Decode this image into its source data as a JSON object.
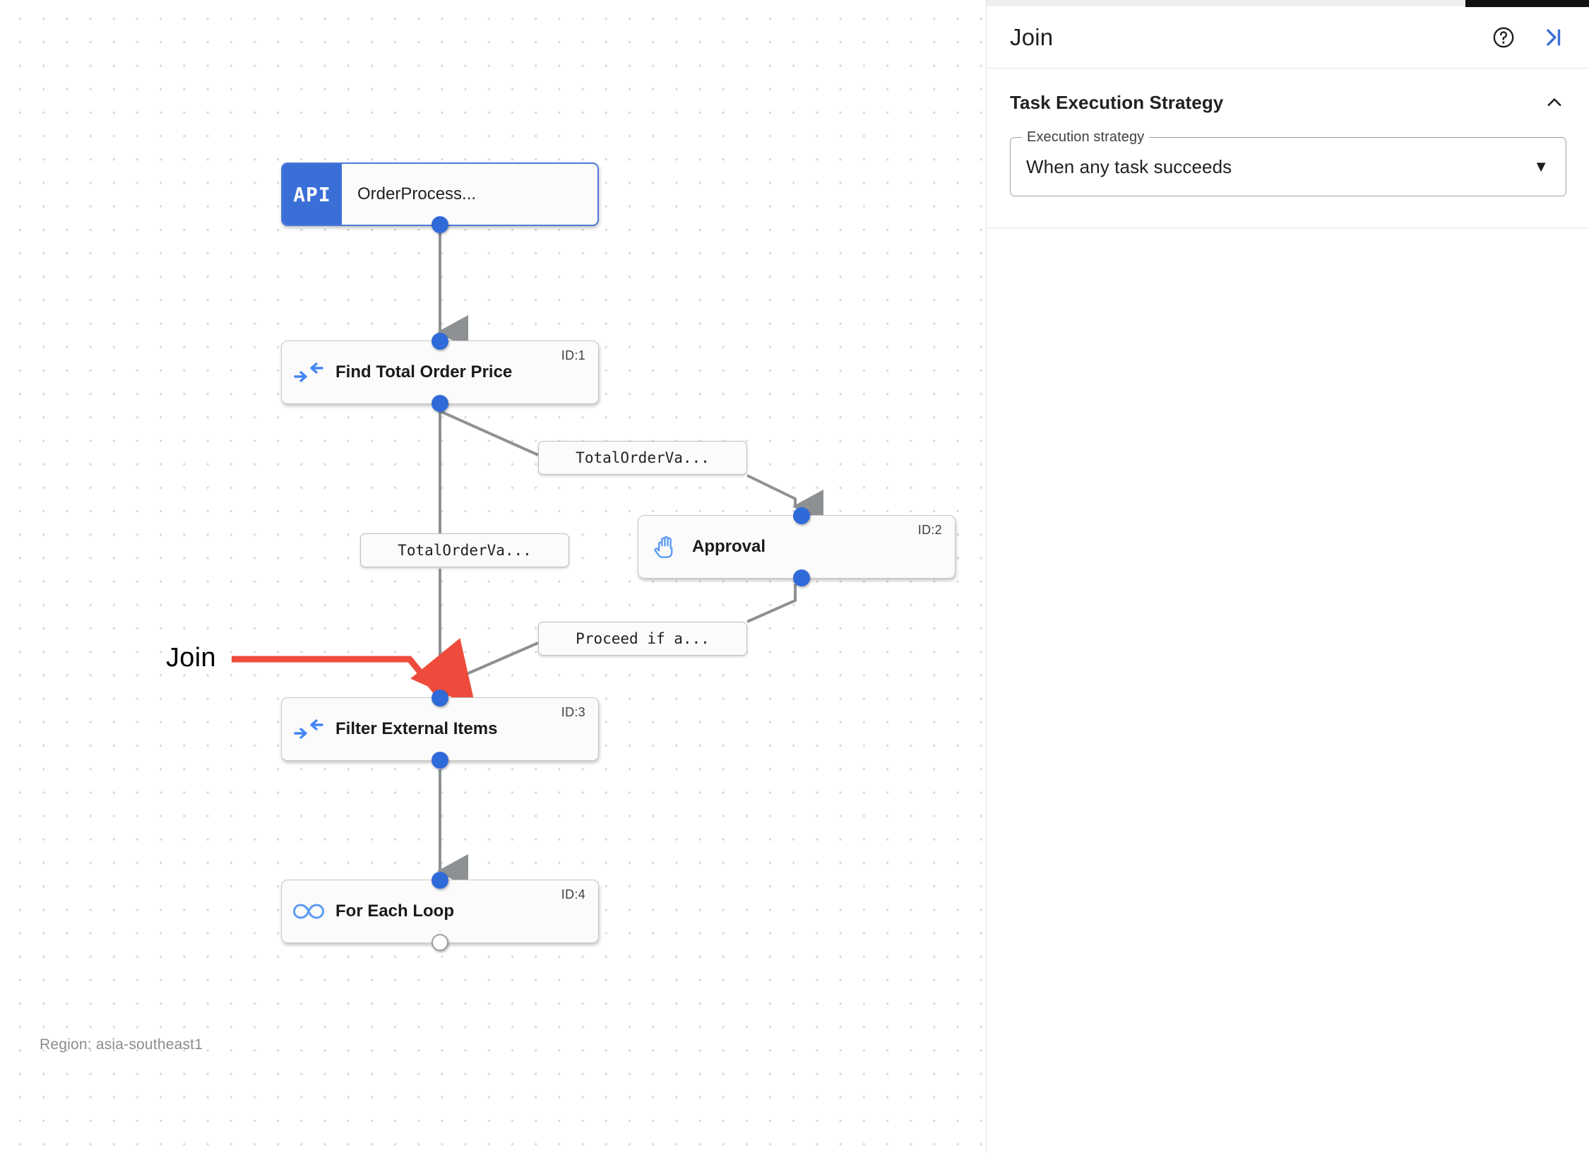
{
  "canvas": {
    "region_text": "Region: asia-southeast1",
    "annotation": {
      "label": "Join",
      "color": "#ef4b3c"
    },
    "nodes": [
      {
        "id": "node-orderprocess",
        "badge": "API",
        "title": "OrderProcess...",
        "id_label": "",
        "icon": "api-badge"
      },
      {
        "id": "node-find-total-order-price",
        "badge": "",
        "title": "Find Total Order Price",
        "id_label": "ID:1",
        "icon": "merge-arrows-icon"
      },
      {
        "id": "node-approval",
        "badge": "",
        "title": "Approval",
        "id_label": "ID:2",
        "icon": "hand-icon"
      },
      {
        "id": "node-filter-external-items",
        "badge": "",
        "title": "Filter External Items",
        "id_label": "ID:3",
        "icon": "merge-arrows-icon"
      },
      {
        "id": "node-for-each-loop",
        "badge": "",
        "title": "For Each Loop",
        "id_label": "ID:4",
        "icon": "infinity-icon"
      }
    ],
    "edge_labels": [
      {
        "id": "edge-label-top-right",
        "text": "TotalOrderVa..."
      },
      {
        "id": "edge-label-left",
        "text": "TotalOrderVa..."
      },
      {
        "id": "edge-label-proceed",
        "text": "Proceed if a..."
      }
    ]
  },
  "panel": {
    "title": "Join",
    "help_icon": "help-circle-icon",
    "collapse_icon": "collapse-right-icon",
    "section": {
      "title": "Task Execution Strategy",
      "chevron": "chevron-up-icon",
      "select": {
        "label": "Execution strategy",
        "value": "When any task succeeds",
        "arrow": "▼"
      }
    }
  },
  "colors": {
    "accent": "#1a73e8",
    "node_badge_blue": "#3b6fd8",
    "port_blue": "#2f6ad9",
    "annotation_red": "#ef4b3c",
    "edge_gray": "#8e9194"
  }
}
